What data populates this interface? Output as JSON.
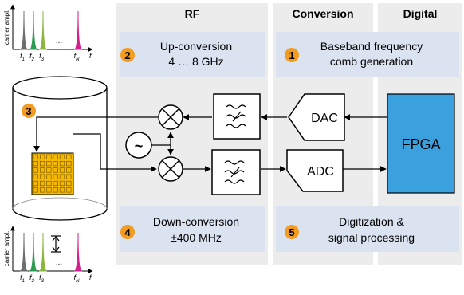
{
  "columns": {
    "rf": "RF",
    "conversion": "Conversion",
    "digital": "Digital"
  },
  "steps": [
    {
      "number": "1",
      "line1": "Baseband frequency",
      "line2": "comb generation"
    },
    {
      "number": "2",
      "line1": "Up-conversion",
      "line2": "4 … 8 GHz"
    },
    {
      "number": "3"
    },
    {
      "number": "4",
      "line1": "Down-conversion",
      "line2": "±400 MHz"
    },
    {
      "number": "5",
      "line1": "Digitization &",
      "line2": "signal processing"
    }
  ],
  "blocks": {
    "dac": "DAC",
    "adc": "ADC",
    "fpga": "FPGA",
    "oscillator": "~"
  },
  "spectrum": {
    "ylabel": "carrier ampl.",
    "x_axis_label": "f",
    "ellipsis": "...",
    "tick_labels": [
      {
        "base": "f",
        "sub": "1"
      },
      {
        "base": "f",
        "sub": "2"
      },
      {
        "base": "f",
        "sub": "3"
      },
      {
        "base": "f",
        "sub": "N"
      }
    ]
  },
  "colors": {
    "panel": "#ececec",
    "step_box": "#dbe3f1",
    "badge": "#f39c1f",
    "fpga": "#3aa0de",
    "chip": "#f5b800",
    "peak_colors": [
      "#6e6e6e",
      "#2e9c52",
      "#8ab63d",
      "#d6208f"
    ]
  }
}
